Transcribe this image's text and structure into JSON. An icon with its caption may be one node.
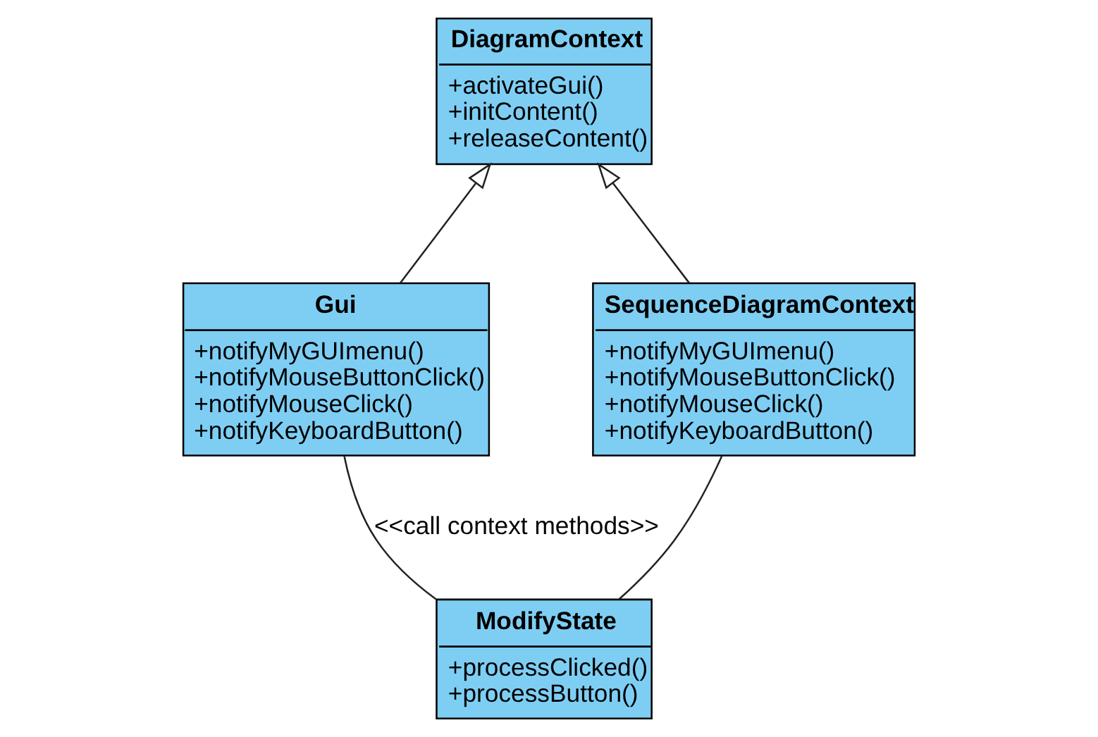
{
  "diagram": {
    "nodes": [
      {
        "text": [
          "ModifyState",
          "+processClicked()",
          "+processButton()"
        ]
      },
      {
        "text": [
          "DiagramContext",
          "+activateGui()",
          "+initContent()",
          "+releaseContent()"
        ]
      },
      {
        "text": [
          "Gui",
          "+notifyMyGUImenu()",
          "+notifyMouseButtonClick()",
          "+notifyMouseClick()",
          "+notifyKeyboardButton()"
        ]
      },
      {
        "text": [
          "SequenceDiagramContext",
          "+notifyMyGUImenu()",
          "+notifyMouseButtonClick()",
          "+notifyMouseClick()",
          "+notifyKeyboardButton()"
        ]
      }
    ],
    "edges": [
      {
        "from": 0,
        "to": 2,
        "arrow": "none",
        "label": "<<call context methods>>"
      },
      {
        "from": 0,
        "to": 3,
        "arrow": "none"
      },
      {
        "from": 2,
        "to": 1,
        "arrow": "to"
      },
      {
        "from": 3,
        "to": 1,
        "arrow": "to"
      }
    ]
  }
}
